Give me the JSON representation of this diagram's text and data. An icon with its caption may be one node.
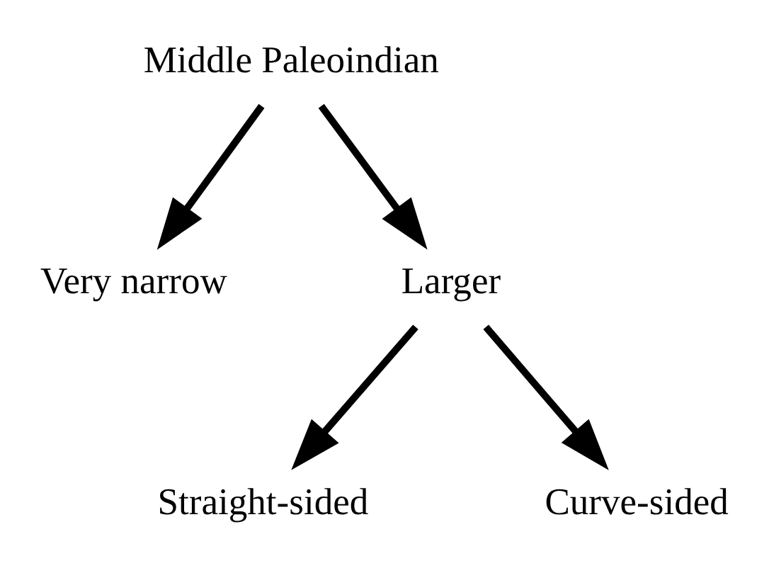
{
  "diagram": {
    "nodes": [
      {
        "text": [
          "Middle Paleoindian"
        ]
      },
      {
        "text": [
          "Very narrow"
        ]
      },
      {
        "text": [
          "Larger"
        ]
      },
      {
        "text": [
          "Straight-sided"
        ]
      },
      {
        "text": [
          "Curve-sided"
        ]
      }
    ],
    "edges": [
      {
        "from": 0,
        "to": 1,
        "arrow": "to"
      },
      {
        "from": 0,
        "to": 2,
        "arrow": "to"
      },
      {
        "from": 2,
        "to": 3,
        "arrow": "to"
      },
      {
        "from": 2,
        "to": 4,
        "arrow": "to"
      }
    ]
  }
}
